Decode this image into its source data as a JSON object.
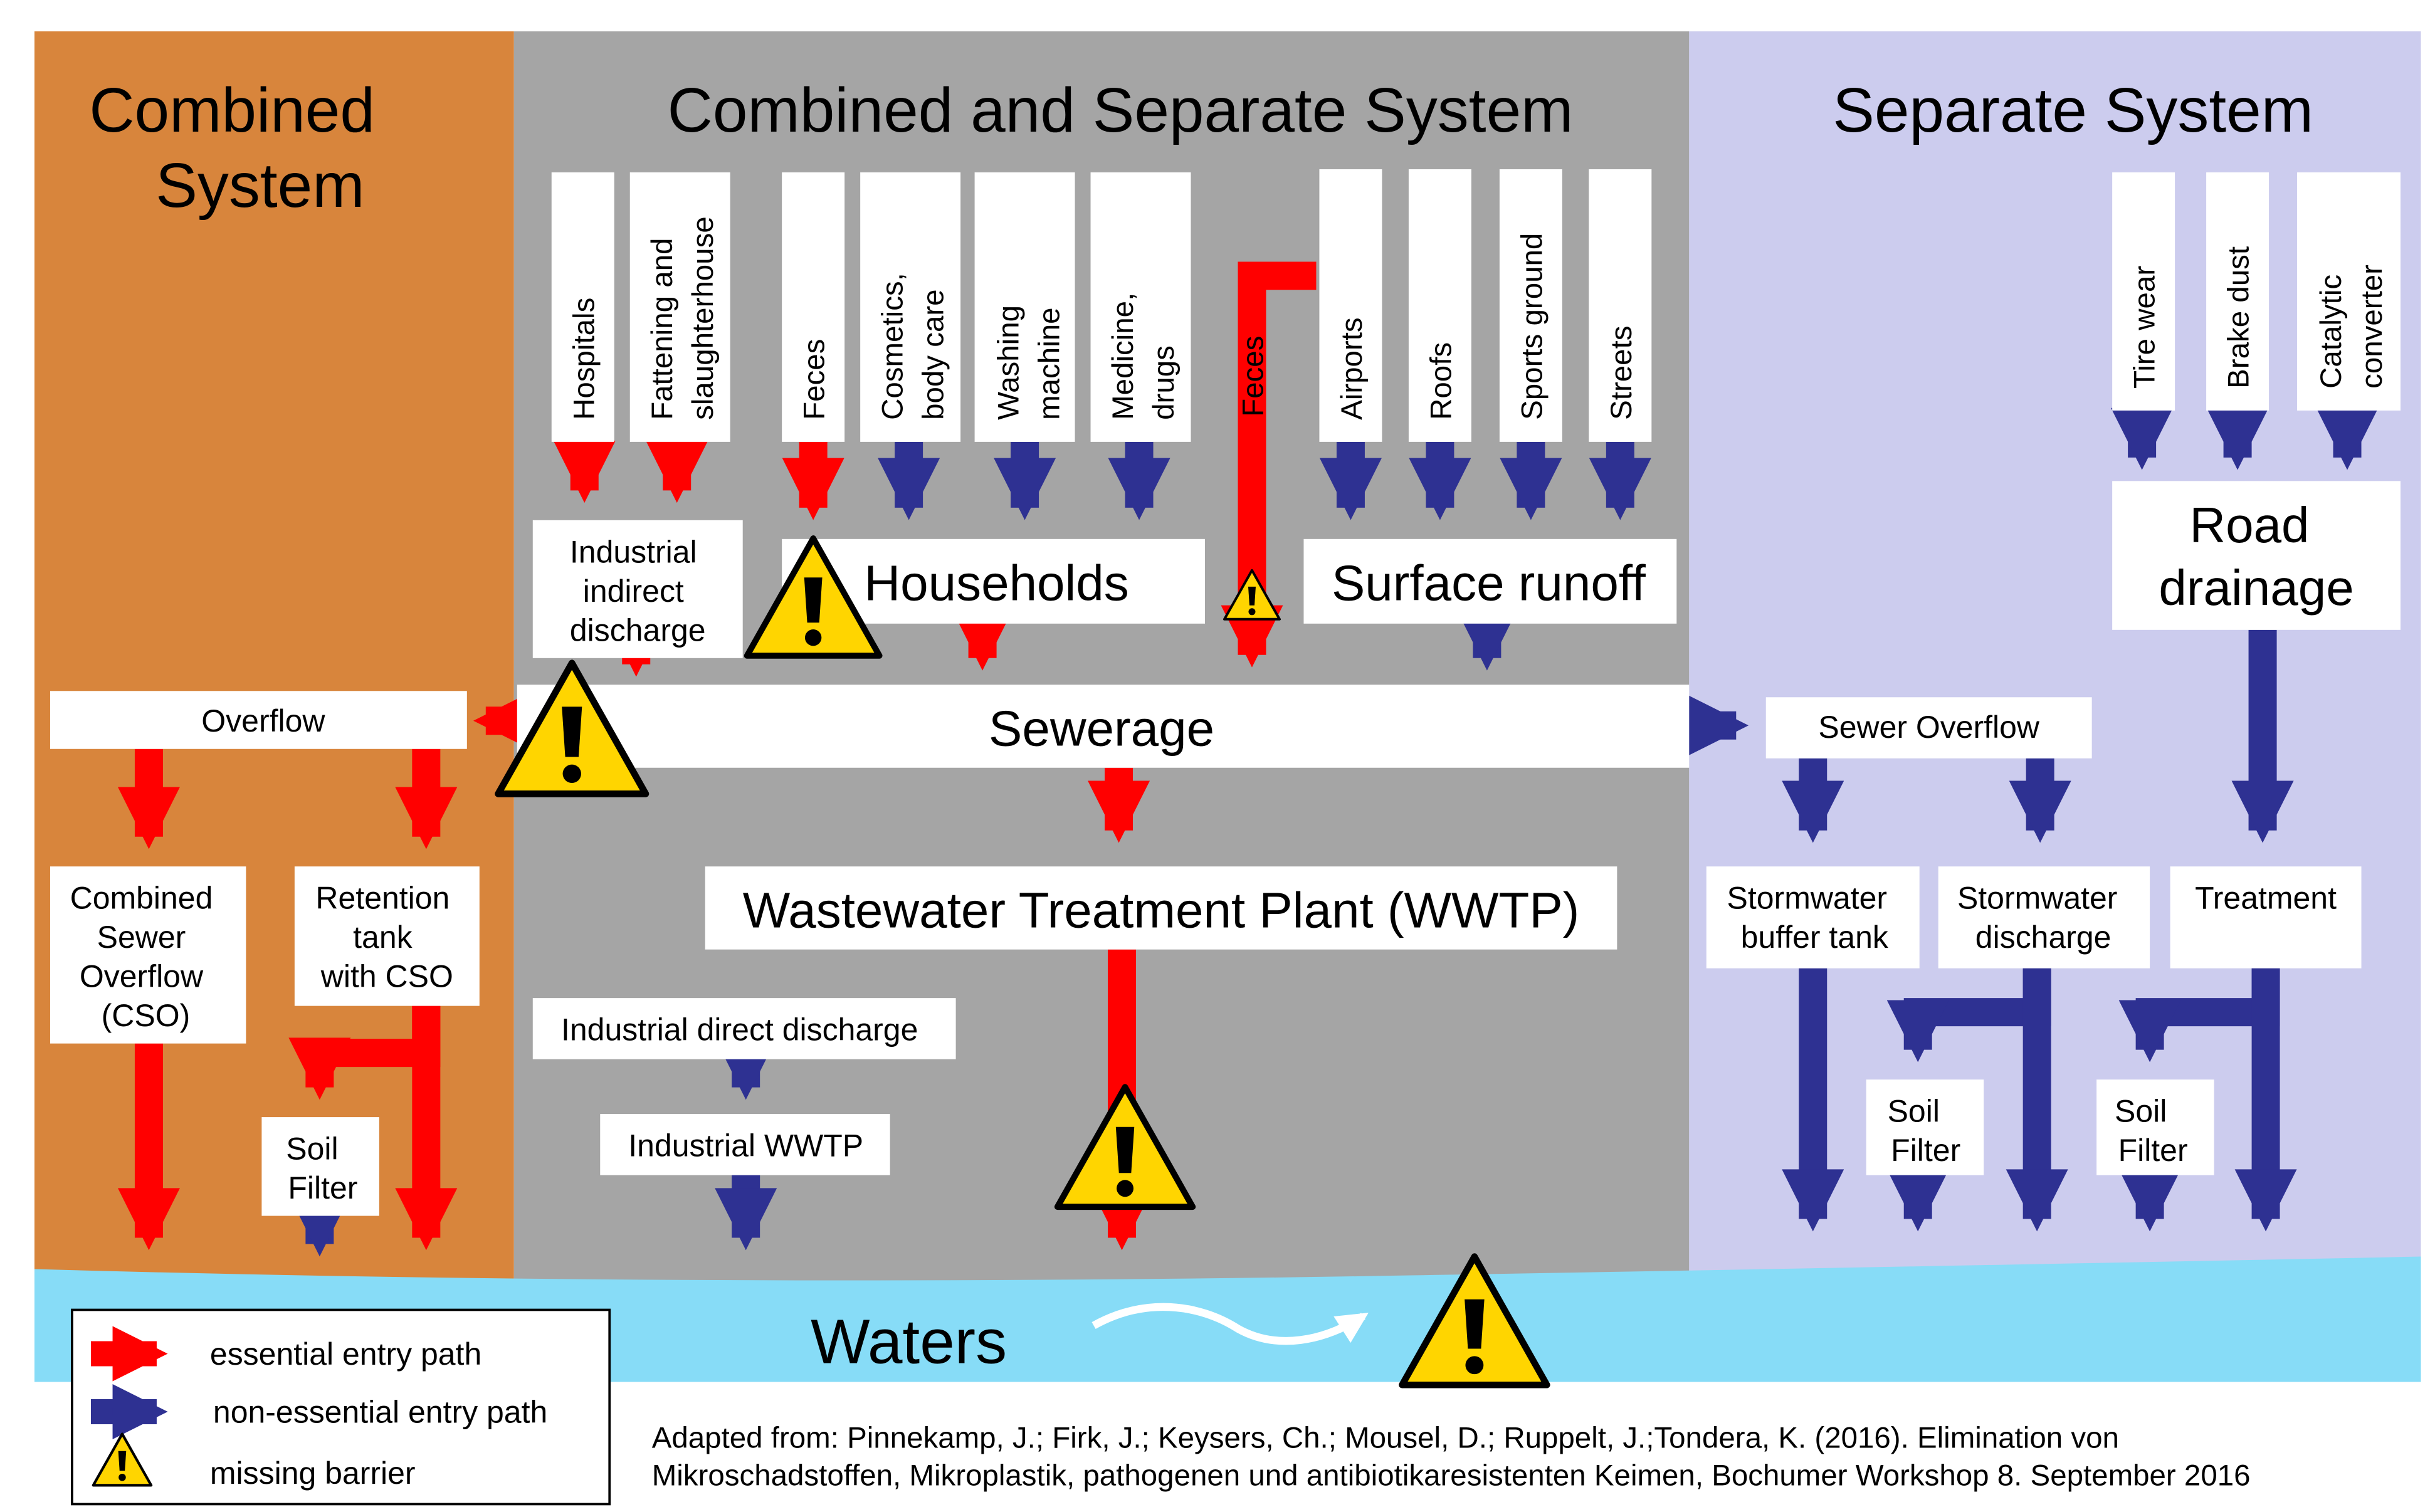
{
  "panels": {
    "combined": "Combined System",
    "combined_lines": [
      "Combined",
      "System"
    ],
    "middle": "Combined and Separate System",
    "separate": "Separate System"
  },
  "sources": {
    "hospitals": "Hospitals",
    "fattening_lines": [
      "Fattening and",
      "slaughterhouse"
    ],
    "feces": "Feces",
    "cosmetics_lines": [
      "Cosmetics,",
      "body care"
    ],
    "washing_lines": [
      "Washing",
      "machine"
    ],
    "medicine_lines": [
      "Medicine,",
      "drugs"
    ],
    "feces_runoff": "Feces",
    "airports": "Airports",
    "roofs": "Roofs",
    "sports": "Sports ground",
    "streets": "Streets",
    "tire": "Tire wear",
    "brake": "Brake dust",
    "catalytic_lines": [
      "Catalytic",
      "converter"
    ]
  },
  "nodes": {
    "industrial_indirect_lines": [
      "Industrial",
      "indirect",
      "discharge"
    ],
    "households": "Households",
    "surface_runoff": "Surface runoff",
    "road_drainage_lines": [
      "Road",
      "drainage"
    ],
    "overflow": "Overflow",
    "sewerage": "Sewerage",
    "sewer_overflow": "Sewer Overflow",
    "cso_lines": [
      "Combined",
      "Sewer",
      "Overflow",
      "(CSO)"
    ],
    "retention_lines": [
      "Retention",
      "tank",
      "with CSO"
    ],
    "soil_filter_lines": [
      "Soil",
      "Filter"
    ],
    "wwtp": "Wastewater Treatment Plant (WWTP)",
    "industrial_direct": "Industrial direct discharge",
    "industrial_wwtp": "Industrial WWTP",
    "stormwater_buffer_lines": [
      "Stormwater",
      "buffer tank"
    ],
    "stormwater_discharge_lines": [
      "Stormwater",
      "discharge"
    ],
    "treatment": "Treatment",
    "waters": "Waters"
  },
  "legend": {
    "essential": "essential entry path",
    "non_essential": "non-essential entry path",
    "missing_barrier": "missing barrier"
  },
  "citation": {
    "line1": "Adapted from: Pinnekamp, J.; Firk, J.; Keysers, Ch.; Mousel, D.; Ruppelt, J.;Tondera, K. (2016). Elimination von",
    "line2": "Mikroschadstoffen, Mikroplastik, pathogenen und antibiotikaresistenten Keimen, Bochumer Workshop 8. September 2016"
  },
  "colors": {
    "combined_bg": "#D8853C",
    "middle_bg": "#A5A5A5",
    "separate_bg": "#CCCCEE",
    "water": "#87DCF7",
    "essential": "#FF0000",
    "non_essential": "#2E3192",
    "warning_fill": "#FFD500"
  }
}
